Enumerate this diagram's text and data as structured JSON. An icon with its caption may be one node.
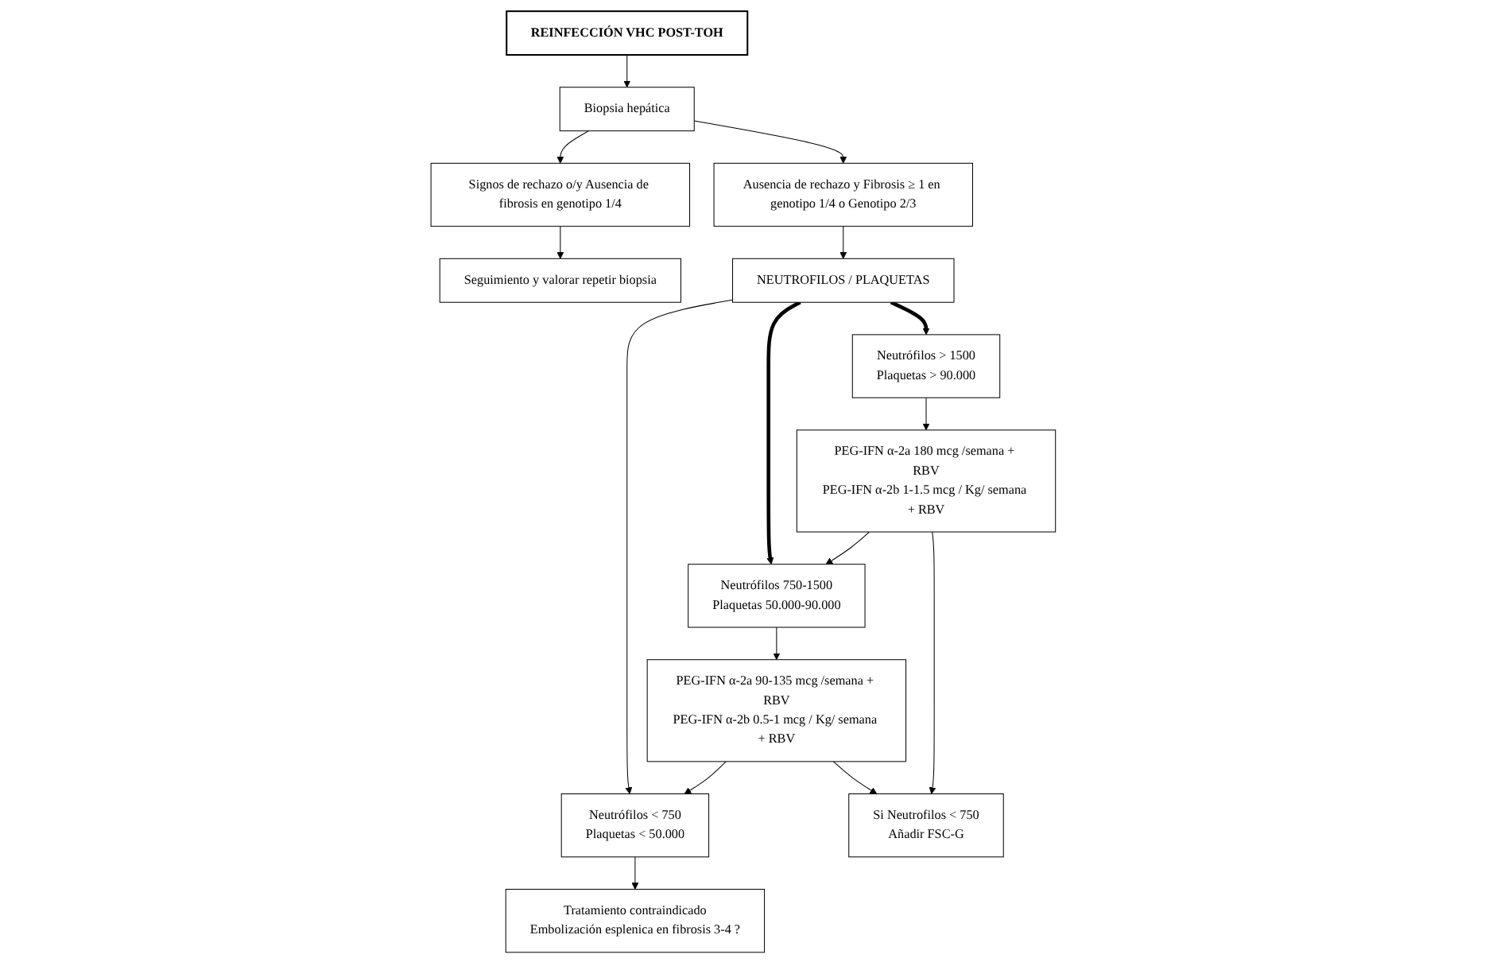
{
  "diagram": {
    "nodes": [
      {
        "text": [
          "REINFECCIÓN VHC POST-TOH"
        ]
      },
      {
        "text": [
          "Biopsia hepática"
        ]
      },
      {
        "text": [
          "Signos de rechazo o/y Ausencia de fibrosis en genotipo 1/4"
        ]
      },
      {
        "text": [
          "Ausencia de rechazo y Fibrosis ≥ 1 en genotipo 1/4 o Genotipo 2/3"
        ]
      },
      {
        "text": [
          "Seguimiento y valorar repetir biopsia"
        ]
      },
      {
        "text": [
          "NEUTROFILOS / PLAQUETAS"
        ]
      },
      {
        "text": [
          "Neutrófilos < 750",
          "Plaquetas < 50.000"
        ]
      },
      {
        "text": [
          "Neutrófilos 750-1500",
          "Plaquetas 50.000-90.000"
        ]
      },
      {
        "text": [
          "Neutrófilos > 1500",
          "Plaquetas > 90.000"
        ]
      },
      {
        "text": [
          "Tratamiento contraindicado",
          "Embolización esplenica en fibrosis 3-4 ?"
        ]
      },
      {
        "text": [
          "PEG-IFN α-2a 90-135 mcg /semana + RBV",
          "PEG-IFN α-2b 0.5-1 mcg / Kg/ semana + RBV"
        ]
      },
      {
        "text": [
          "PEG-IFN α-2a 180 mcg /semana + RBV",
          "PEG-IFN α-2b 1-1.5 mcg / Kg/ semana + RBV"
        ]
      },
      {
        "text": [
          "Si Neutrofilos < 750",
          "Añadir FSC-G"
        ]
      }
    ],
    "edges": [
      {
        "from": 0,
        "to": 1,
        "arrow": "to"
      },
      {
        "from": 1,
        "to": 2,
        "arrow": "to"
      },
      {
        "from": 1,
        "to": 3,
        "arrow": "to"
      },
      {
        "from": 2,
        "to": 4,
        "arrow": "to"
      },
      {
        "from": 3,
        "to": 5,
        "arrow": "to"
      },
      {
        "from": 5,
        "to": 6,
        "arrow": "to"
      },
      {
        "from": 5,
        "to": 7,
        "arrow": "to",
        "style": "thick"
      },
      {
        "from": 5,
        "to": 8,
        "arrow": "to",
        "style": "thick"
      },
      {
        "from": 6,
        "to": 9,
        "arrow": "to"
      },
      {
        "from": 7,
        "to": 10,
        "arrow": "to"
      },
      {
        "from": 8,
        "to": 11,
        "arrow": "to"
      },
      {
        "from": 10,
        "to": 6,
        "arrow": "to"
      },
      {
        "from": 11,
        "to": 7,
        "arrow": "to"
      },
      {
        "from": 10,
        "to": 12,
        "arrow": "to"
      },
      {
        "from": 11,
        "to": 12,
        "arrow": "to"
      }
    ]
  }
}
